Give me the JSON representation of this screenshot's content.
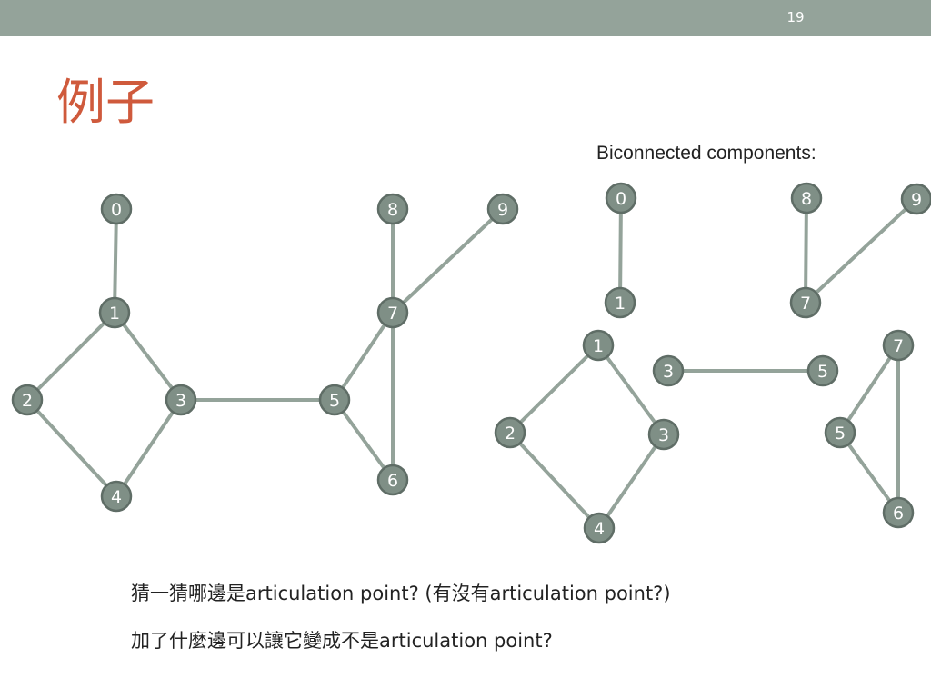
{
  "slide": {
    "page_number": "19",
    "title": "例子",
    "components_label": "Biconnected components:",
    "question_1": "猜一猜哪邊是articulation point? (有沒有articulation point?)",
    "question_2": "加了什麼邊可以讓它變成不是articulation point?"
  },
  "colors": {
    "top_bar": "#94a39a",
    "title": "#cf5a3c",
    "node_fill": "#7f8f86",
    "edge": "#94a39a"
  },
  "graph": {
    "nodes": [
      "0",
      "1",
      "2",
      "3",
      "4",
      "5",
      "6",
      "7",
      "8",
      "9"
    ],
    "edges": [
      [
        "0",
        "1"
      ],
      [
        "1",
        "2"
      ],
      [
        "1",
        "3"
      ],
      [
        "2",
        "4"
      ],
      [
        "3",
        "4"
      ],
      [
        "3",
        "5"
      ],
      [
        "5",
        "7"
      ],
      [
        "5",
        "6"
      ],
      [
        "7",
        "6"
      ],
      [
        "7",
        "8"
      ],
      [
        "7",
        "9"
      ]
    ]
  },
  "components": [
    {
      "nodes": [
        "0",
        "1"
      ],
      "edges": [
        [
          "0",
          "1"
        ]
      ]
    },
    {
      "nodes": [
        "8",
        "7",
        "9"
      ],
      "edges": [
        [
          "8",
          "7"
        ],
        [
          "7",
          "9"
        ]
      ]
    },
    {
      "nodes": [
        "1",
        "2",
        "3",
        "4"
      ],
      "edges": [
        [
          "1",
          "2"
        ],
        [
          "1",
          "3"
        ],
        [
          "2",
          "4"
        ],
        [
          "3",
          "4"
        ]
      ]
    },
    {
      "nodes": [
        "3",
        "5"
      ],
      "edges": [
        [
          "3",
          "5"
        ]
      ]
    },
    {
      "nodes": [
        "7",
        "5",
        "6"
      ],
      "edges": [
        [
          "7",
          "5"
        ],
        [
          "5",
          "6"
        ],
        [
          "7",
          "6"
        ]
      ]
    }
  ]
}
